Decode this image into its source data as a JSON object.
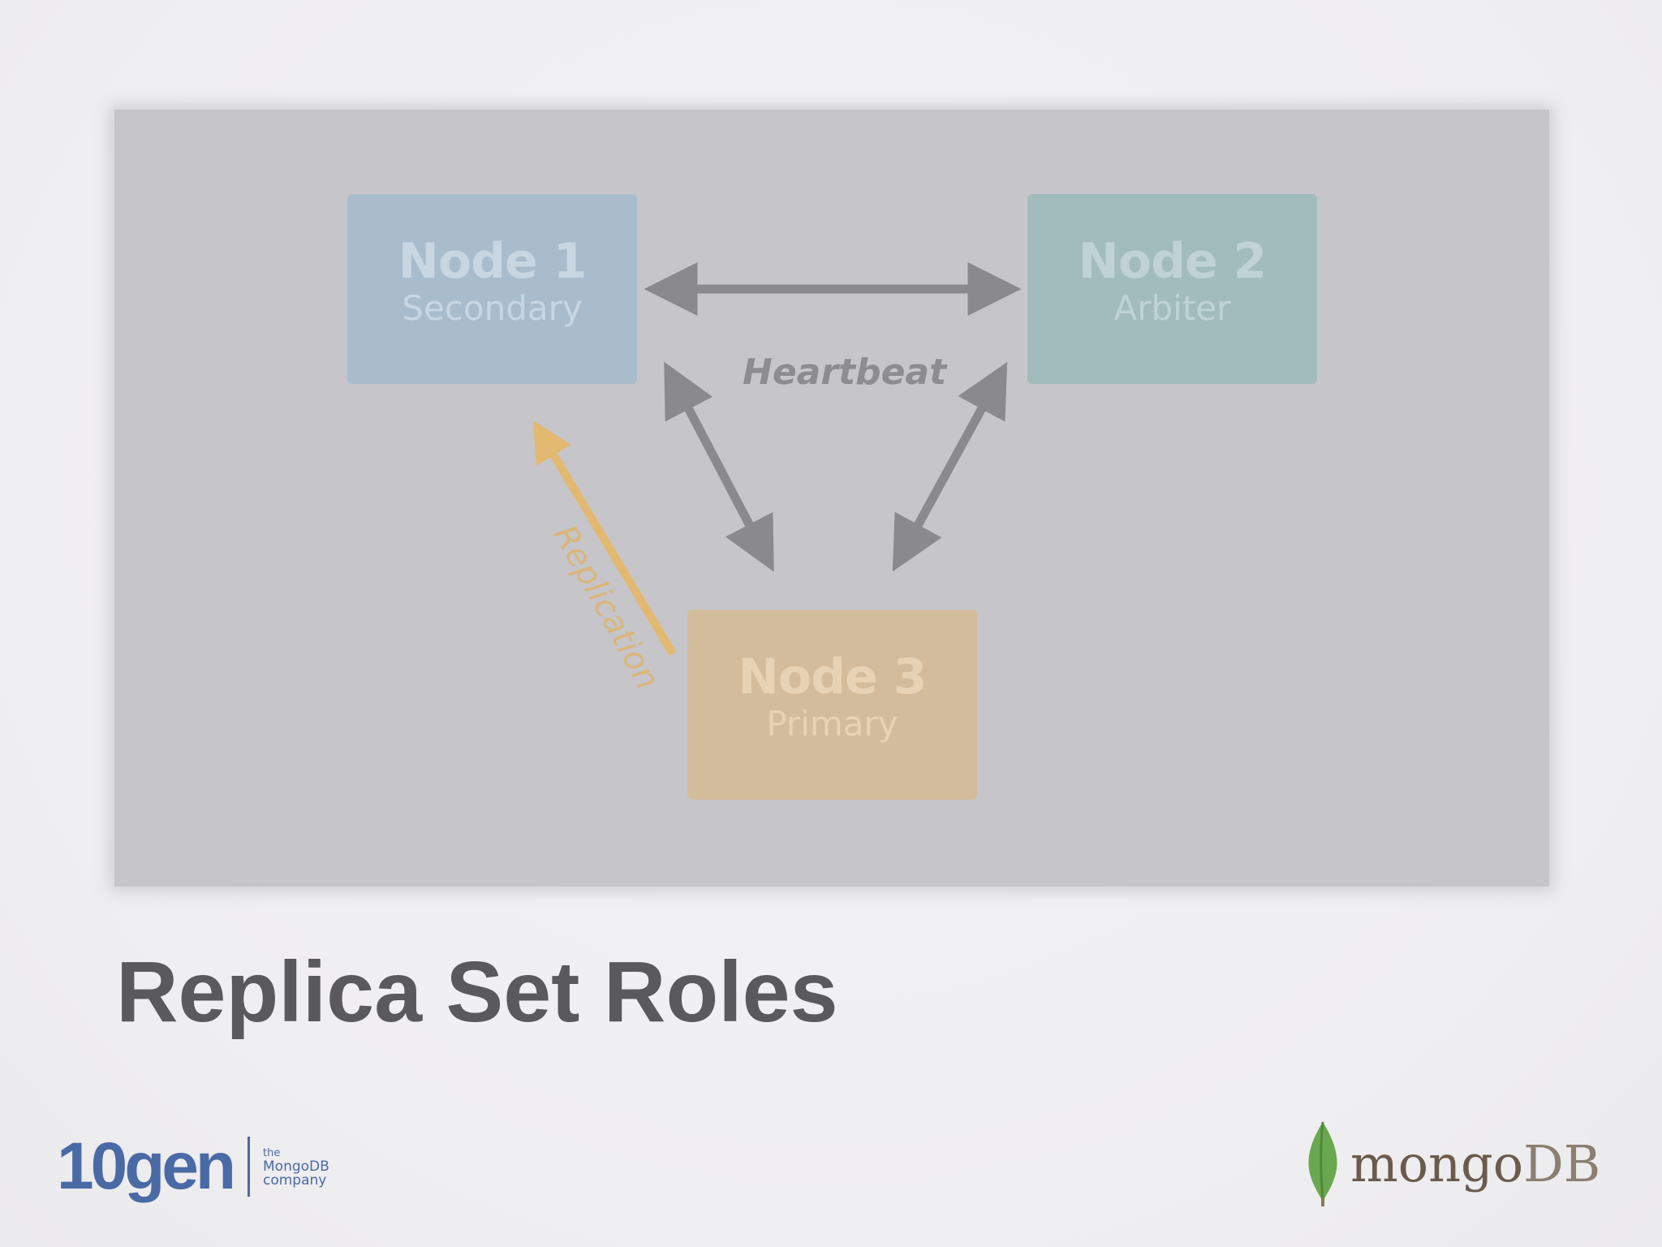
{
  "slide": {
    "title": "Replica Set Roles"
  },
  "diagram": {
    "nodes": [
      {
        "id": "node1",
        "title": "Node 1",
        "role": "Secondary",
        "color": "#a9bccc"
      },
      {
        "id": "node2",
        "title": "Node 2",
        "role": "Arbiter",
        "color": "#a2bcbc"
      },
      {
        "id": "node3",
        "title": "Node 3",
        "role": "Primary",
        "color": "#d3bc9c"
      }
    ],
    "edges": [
      {
        "from": "Node 1",
        "to": "Node 2",
        "type": "heartbeat",
        "bidirectional": true
      },
      {
        "from": "Node 1",
        "to": "Node 3",
        "type": "heartbeat",
        "bidirectional": true
      },
      {
        "from": "Node 2",
        "to": "Node 3",
        "type": "heartbeat",
        "bidirectional": true
      },
      {
        "from": "Node 3",
        "to": "Node 1",
        "type": "replication",
        "bidirectional": false
      }
    ],
    "heartbeat_label": "Heartbeat",
    "replication_label": "Replication",
    "heartbeat_color": "#8a898d",
    "replication_color": "#e3b870"
  },
  "footer": {
    "left_logo": {
      "word": "10gen",
      "tag_line_1": "the",
      "tag_line_2": "MongoDB",
      "tag_line_3": "company"
    },
    "right_logo": {
      "word_mongo": "mongo",
      "word_db": "DB",
      "icon": "leaf-icon"
    }
  }
}
